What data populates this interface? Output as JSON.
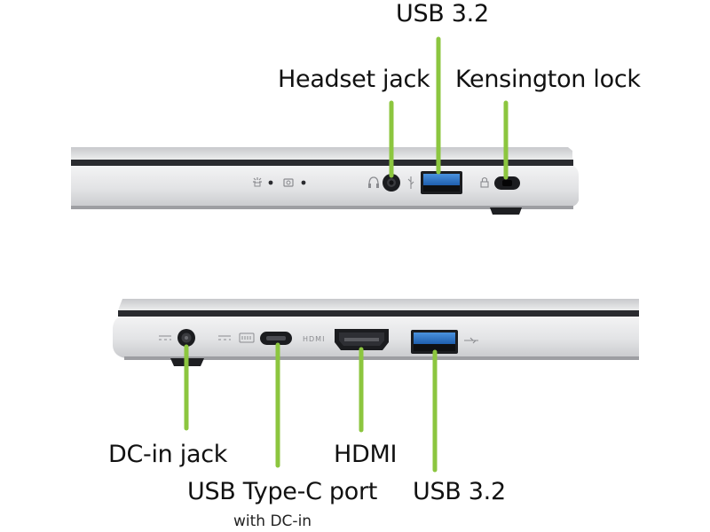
{
  "top_view": {
    "labels": {
      "usb": "USB 3.2",
      "headset": "Headset jack",
      "kensington": "Kensington lock"
    }
  },
  "bottom_view": {
    "labels": {
      "dc_in": "DC-in jack",
      "hdmi": "HDMI",
      "usbc": "USB Type-C port",
      "usbc_sub": "with DC-in",
      "usb": "USB 3.2"
    },
    "port_markings": {
      "hdmi": "HDMI"
    }
  },
  "colors": {
    "callout_line": "#8cc63f",
    "usb_blue": "#2f78c6",
    "chassis": "#d9dadc",
    "edge_dark": "#2a2b2f"
  }
}
